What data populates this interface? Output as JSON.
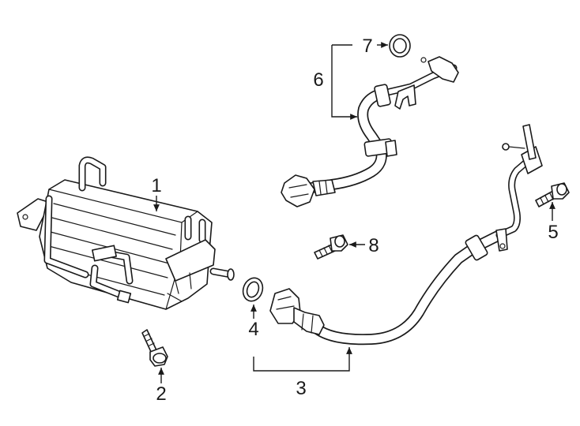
{
  "callouts": [
    {
      "id": "callout-1",
      "text": "1"
    },
    {
      "id": "callout-2",
      "text": "2"
    },
    {
      "id": "callout-3",
      "text": "3"
    },
    {
      "id": "callout-4",
      "text": "4"
    },
    {
      "id": "callout-5",
      "text": "5"
    },
    {
      "id": "callout-6",
      "text": "6"
    },
    {
      "id": "callout-7",
      "text": "7"
    },
    {
      "id": "callout-8",
      "text": "8"
    }
  ],
  "colors": {
    "line": "#1a1a1a",
    "background": "#ffffff"
  }
}
